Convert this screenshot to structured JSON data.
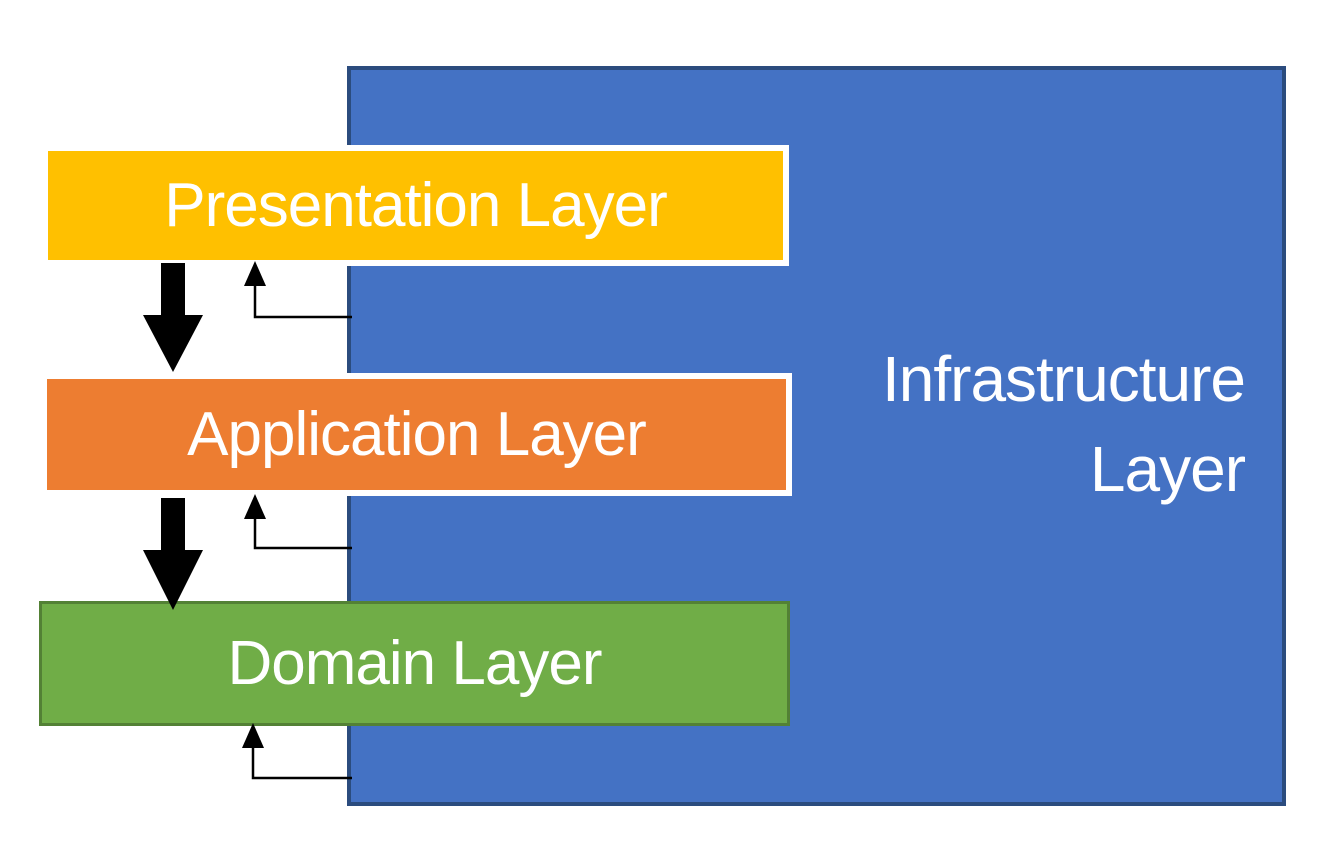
{
  "background": "#FFFFFF",
  "layers": {
    "presentation": {
      "label": "Presentation Layer",
      "fill": "#FFC000",
      "border_color": "#FFFFFF",
      "text_color": "#FFFFFF"
    },
    "application": {
      "label": "Application Layer",
      "fill": "#ED7D31",
      "border_color": "#FFFFFF",
      "text_color": "#FFFFFF"
    },
    "domain": {
      "label": "Domain Layer",
      "fill": "#70AD47",
      "border_color": "#538135",
      "text_color": "#FFFFFF"
    },
    "infrastructure": {
      "label": "Infrastructure Layer",
      "lines": [
        "Infrastructure",
        "Layer"
      ],
      "fill": "#4472C4",
      "border_color": "#2B4C7E",
      "text_color": "#FFFFFF"
    }
  },
  "arrows": {
    "color": "#000000",
    "thick_down": [
      {
        "from": "Presentation Layer",
        "to": "Application Layer"
      },
      {
        "from": "Application Layer",
        "to": "Domain Layer"
      }
    ],
    "elbow_up": [
      {
        "from": "Infrastructure Layer",
        "to": "Presentation Layer"
      },
      {
        "from": "Infrastructure Layer",
        "to": "Application Layer"
      },
      {
        "from": "Infrastructure Layer",
        "to": "Domain Layer"
      }
    ]
  }
}
